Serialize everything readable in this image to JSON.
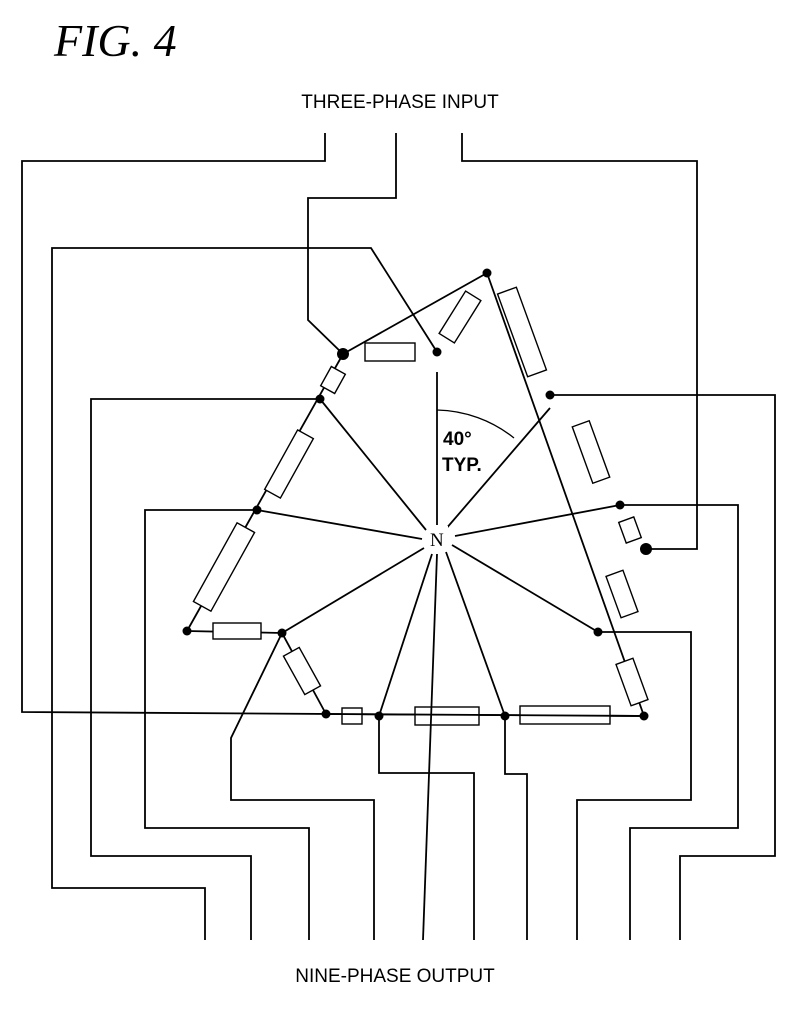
{
  "figure": {
    "title": "FIG. 4"
  },
  "labels": {
    "input": "THREE-PHASE INPUT",
    "output": "NINE-PHASE OUTPUT",
    "neutral": "N",
    "angle_value": "40°",
    "angle_note": "TYP."
  }
}
